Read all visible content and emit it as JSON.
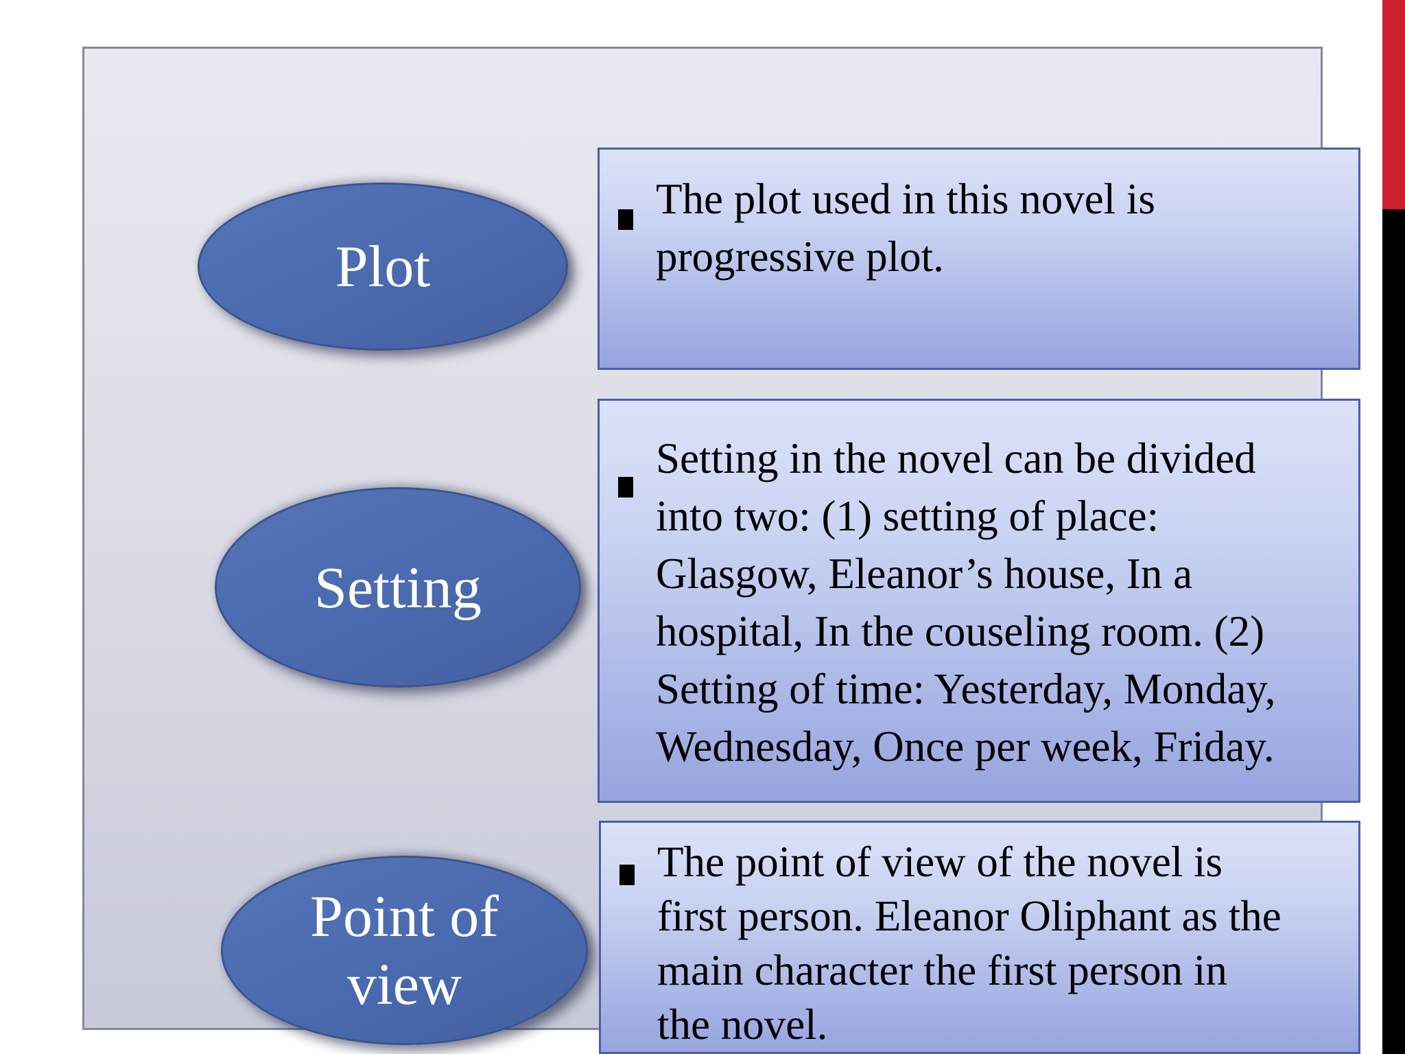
{
  "slide": {
    "kind": "presentation-slide",
    "background": "#ffffff",
    "panel": {
      "bg_top": "#e9eaf1",
      "bg_bottom": "#c7cad9",
      "border_color": "#85889c"
    },
    "accent": {
      "red_bar": "#cf202e",
      "black_bar": "#000000"
    }
  },
  "colors": {
    "ellipse_fill": "#4a69ae",
    "ellipse_border": "#3b5490",
    "ellipse_text": "#ffffff",
    "box_bg_top": "#dce2f8",
    "box_bg_bottom": "#97a4df",
    "box_border": "#4a5fa5",
    "body_text": "#000000"
  },
  "icons": {
    "bullet": "black-square-bullet"
  },
  "ellipses": [
    {
      "label": "Plot"
    },
    {
      "label": "Setting"
    },
    {
      "label": "Point of\nview"
    }
  ],
  "boxes": [
    {
      "text": "The plot used in this novel is\nprogressive plot."
    },
    {
      "text": "Setting in the novel can be divided\ninto two: (1) setting of place:\nGlasgow, Eleanor’s house, In a\nhospital, In the couseling room. (2)\nSetting of time: Yesterday, Monday,\nWednesday, Once per week, Friday."
    },
    {
      "text": "The point of view of the novel is\nfirst person. Eleanor Oliphant as the\nmain character the first person in\nthe novel."
    }
  ]
}
